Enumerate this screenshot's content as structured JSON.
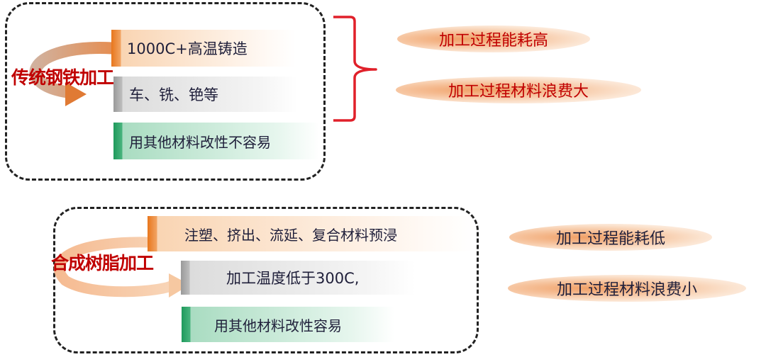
{
  "top_group": {
    "heading": "传统钢铁加工",
    "steps": [
      "1000C+高温铸造",
      "车、铣、铯等",
      "用其他材料改性不容易"
    ],
    "outcomes": [
      "加工过程能耗高",
      "加工过程材料浪费大"
    ]
  },
  "bottom_group": {
    "heading": "合成树脂加工",
    "steps": [
      "注塑、挤出、流延、复合材料预浸",
      "加工温度低于300C,",
      "用其他材料改性容易"
    ],
    "outcomes": [
      "加工过程能耗低",
      "加工过程材料浪费小"
    ]
  },
  "colors": {
    "heading": "#c00000",
    "bracket": "#e0202a",
    "orange": "#e8761c",
    "green": "#1f9a5c",
    "grey": "#9a9a9a"
  }
}
